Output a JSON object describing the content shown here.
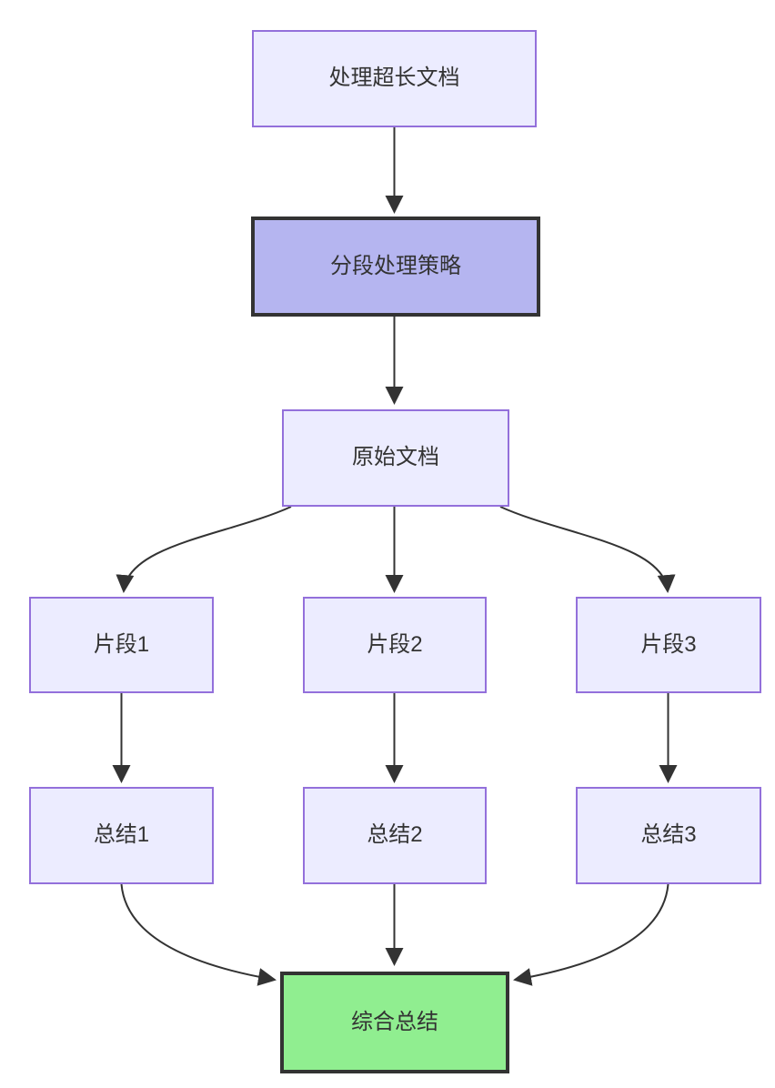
{
  "diagram": {
    "type": "flowchart",
    "direction": "top-down",
    "nodes": [
      {
        "id": "A",
        "label": "处理超长文档",
        "style": "default"
      },
      {
        "id": "B",
        "label": "分段处理策略",
        "style": "highlight"
      },
      {
        "id": "C",
        "label": "原始文档",
        "style": "default"
      },
      {
        "id": "D1",
        "label": "片段1",
        "style": "default"
      },
      {
        "id": "D2",
        "label": "片段2",
        "style": "default"
      },
      {
        "id": "D3",
        "label": "片段3",
        "style": "default"
      },
      {
        "id": "E1",
        "label": "总结1",
        "style": "default"
      },
      {
        "id": "E2",
        "label": "总结2",
        "style": "default"
      },
      {
        "id": "E3",
        "label": "总结3",
        "style": "default"
      },
      {
        "id": "F",
        "label": "综合总结",
        "style": "success"
      }
    ],
    "edges": [
      {
        "from": "处理超长文档",
        "to": "分段处理策略"
      },
      {
        "from": "分段处理策略",
        "to": "原始文档"
      },
      {
        "from": "原始文档",
        "to": "片段1"
      },
      {
        "from": "原始文档",
        "to": "片段2"
      },
      {
        "from": "原始文档",
        "to": "片段3"
      },
      {
        "from": "片段1",
        "to": "总结1"
      },
      {
        "from": "片段2",
        "to": "总结2"
      },
      {
        "from": "片段3",
        "to": "总结3"
      },
      {
        "from": "总结1",
        "to": "综合总结"
      },
      {
        "from": "总结2",
        "to": "综合总结"
      },
      {
        "from": "总结3",
        "to": "综合总结"
      }
    ],
    "colors": {
      "background": "#ffffff",
      "node_fill": "#ECECFF",
      "node_border": "#9370DB",
      "highlight_fill": "#b5b5f0",
      "highlight_border": "#333333",
      "success_fill": "#90ee90",
      "success_border": "#333333",
      "edge": "#333333",
      "text": "#333333"
    }
  }
}
